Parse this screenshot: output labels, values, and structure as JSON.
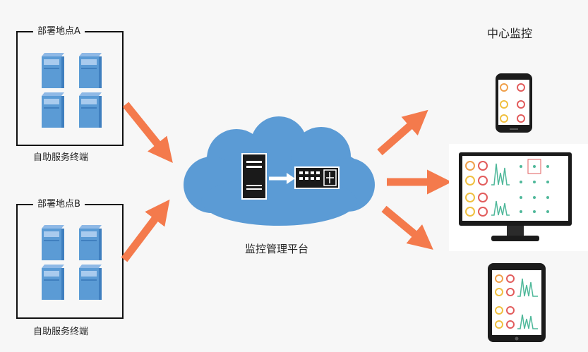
{
  "sites": [
    {
      "title": "部署地点A",
      "caption": "自助服务终端"
    },
    {
      "title": "部署地点B",
      "caption": "自助服务终端"
    }
  ],
  "platform": {
    "label": "监控管理平台",
    "icons": [
      "cloud-icon",
      "server-tower-icon",
      "network-switch-icon"
    ]
  },
  "center": {
    "title": "中心监控",
    "devices": [
      "smartphone-icon",
      "desktop-monitor-icon",
      "tablet-icon"
    ]
  },
  "colors": {
    "arrow": "#f47a4c",
    "cloud": "#5b9bd5",
    "kiosk": "#5b9bd5",
    "frame": "#111111",
    "background": "#f7f7f7"
  }
}
